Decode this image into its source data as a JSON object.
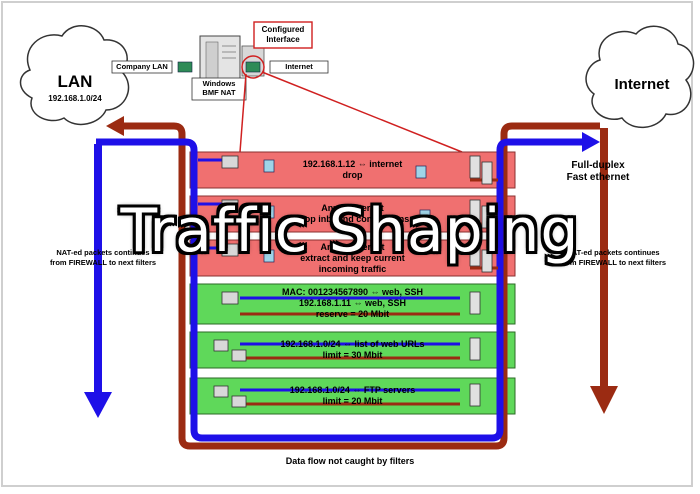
{
  "lan": {
    "title": "LAN",
    "subnet": "192.168.1.0/24"
  },
  "internet": {
    "title": "Internet",
    "link": "Full-duplex\nFast ethernet"
  },
  "server": {
    "company_lan": "Company LAN",
    "internet_port": "Internet",
    "name": "Windows\nBMF NAT",
    "configured_interface": "Configured\nInterface"
  },
  "side_notes": {
    "left": "NAT-ed packets continues\nfrom FIREWALL to next filters",
    "right": "NAT-ed packets continues\nfrom FIREWALL to next filters"
  },
  "rules": [
    {
      "color": "red",
      "text": "192.168.1.12 ⇔ internet\ndrop"
    },
    {
      "color": "red",
      "text": "Any ⇐ internet\ndrop inbound connections"
    },
    {
      "color": "red",
      "text": "Any ⇔ internet\nextract and keep current\nincoming traffic"
    },
    {
      "color": "green",
      "text": "MAC: 001234567890 ⇔ web, SSH\n192.168.1.11 ⇔ web, SSH\nreserve = 20 Mbit"
    },
    {
      "color": "green",
      "text": "192.168.1.0/24 ⇔ list of web URLs\nlimit = 30 Mbit"
    },
    {
      "color": "green",
      "text": "192.168.1.0/24 ⇔ FTP servers\nlimit = 20 Mbit"
    }
  ],
  "bottom_note": "Data flow not caught by filters",
  "overlay_title": "Traffic Shaping",
  "colors": {
    "red_band": "#f07070",
    "green_band": "#5fd85a",
    "blue_arrow": "#1e10e8",
    "brown_arrow": "#9b2b12"
  }
}
